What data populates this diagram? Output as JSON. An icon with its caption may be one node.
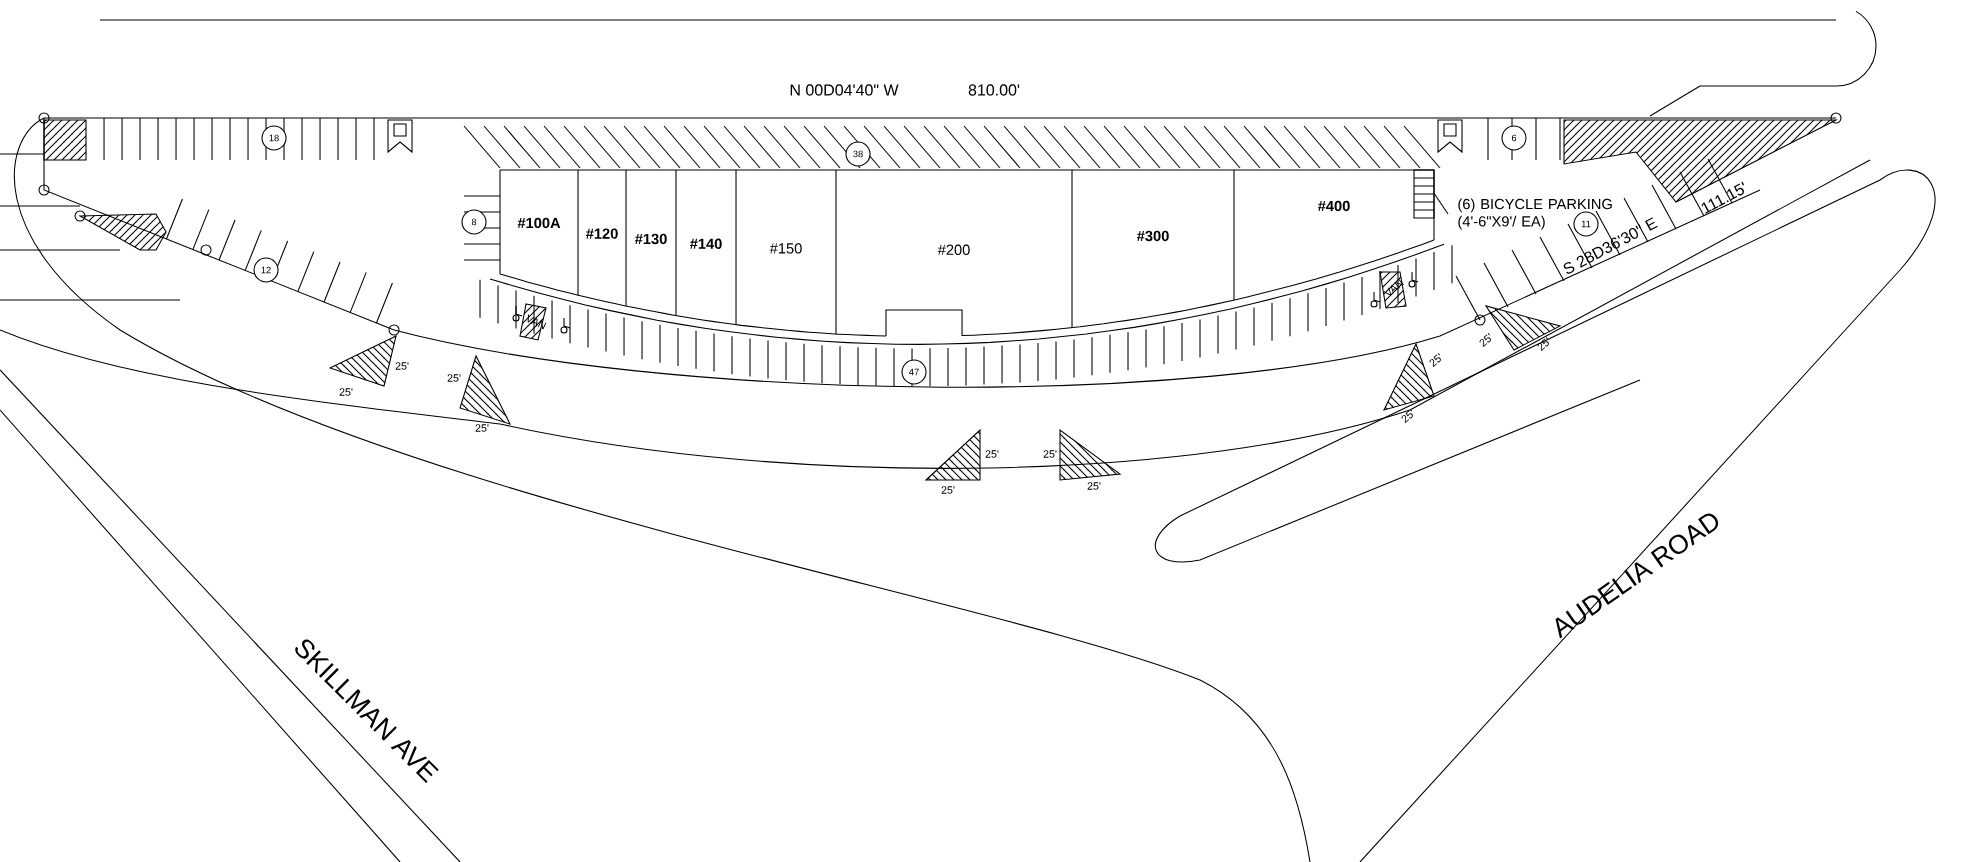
{
  "diagram": {
    "nodes": [
      {
        "text": [
          "18"
        ]
      },
      {
        "text": [
          "38"
        ]
      },
      {
        "text": [
          "6"
        ]
      },
      {
        "text": [
          "8"
        ]
      },
      {
        "text": [
          "#100A"
        ]
      },
      {
        "text": [
          "#120"
        ]
      },
      {
        "text": [
          "#130"
        ]
      },
      {
        "text": [
          "#140"
        ]
      },
      {
        "text": [
          "#150"
        ]
      },
      {
        "text": [
          "#200"
        ]
      },
      {
        "text": [
          "#300"
        ]
      },
      {
        "text": [
          "#400"
        ]
      },
      {
        "text": [],
        "shape": "box"
      },
      {
        "text": [
          "(6) BICYCLE PARKING (4'-6\"X9'/ EA)"
        ]
      },
      {
        "text": [
          "11"
        ]
      },
      {
        "text": [
          "12"
        ]
      },
      {
        "text": [
          "47"
        ]
      }
    ],
    "edges": [
      {
        "from": 13,
        "to": 12,
        "arrow": "none"
      }
    ],
    "labels": [
      "N 00D04'40\" W",
      "810.00'",
      "VAN",
      "VAN",
      "S 28D36'30\" E",
      "111.15'",
      "25'",
      "25'",
      "25'",
      "25'",
      "25'",
      "25'",
      "25'",
      "25'",
      "25'",
      "25'",
      "25'",
      "25'",
      "AUDELIA ROAD",
      "SKILLMAN AVE"
    ]
  }
}
